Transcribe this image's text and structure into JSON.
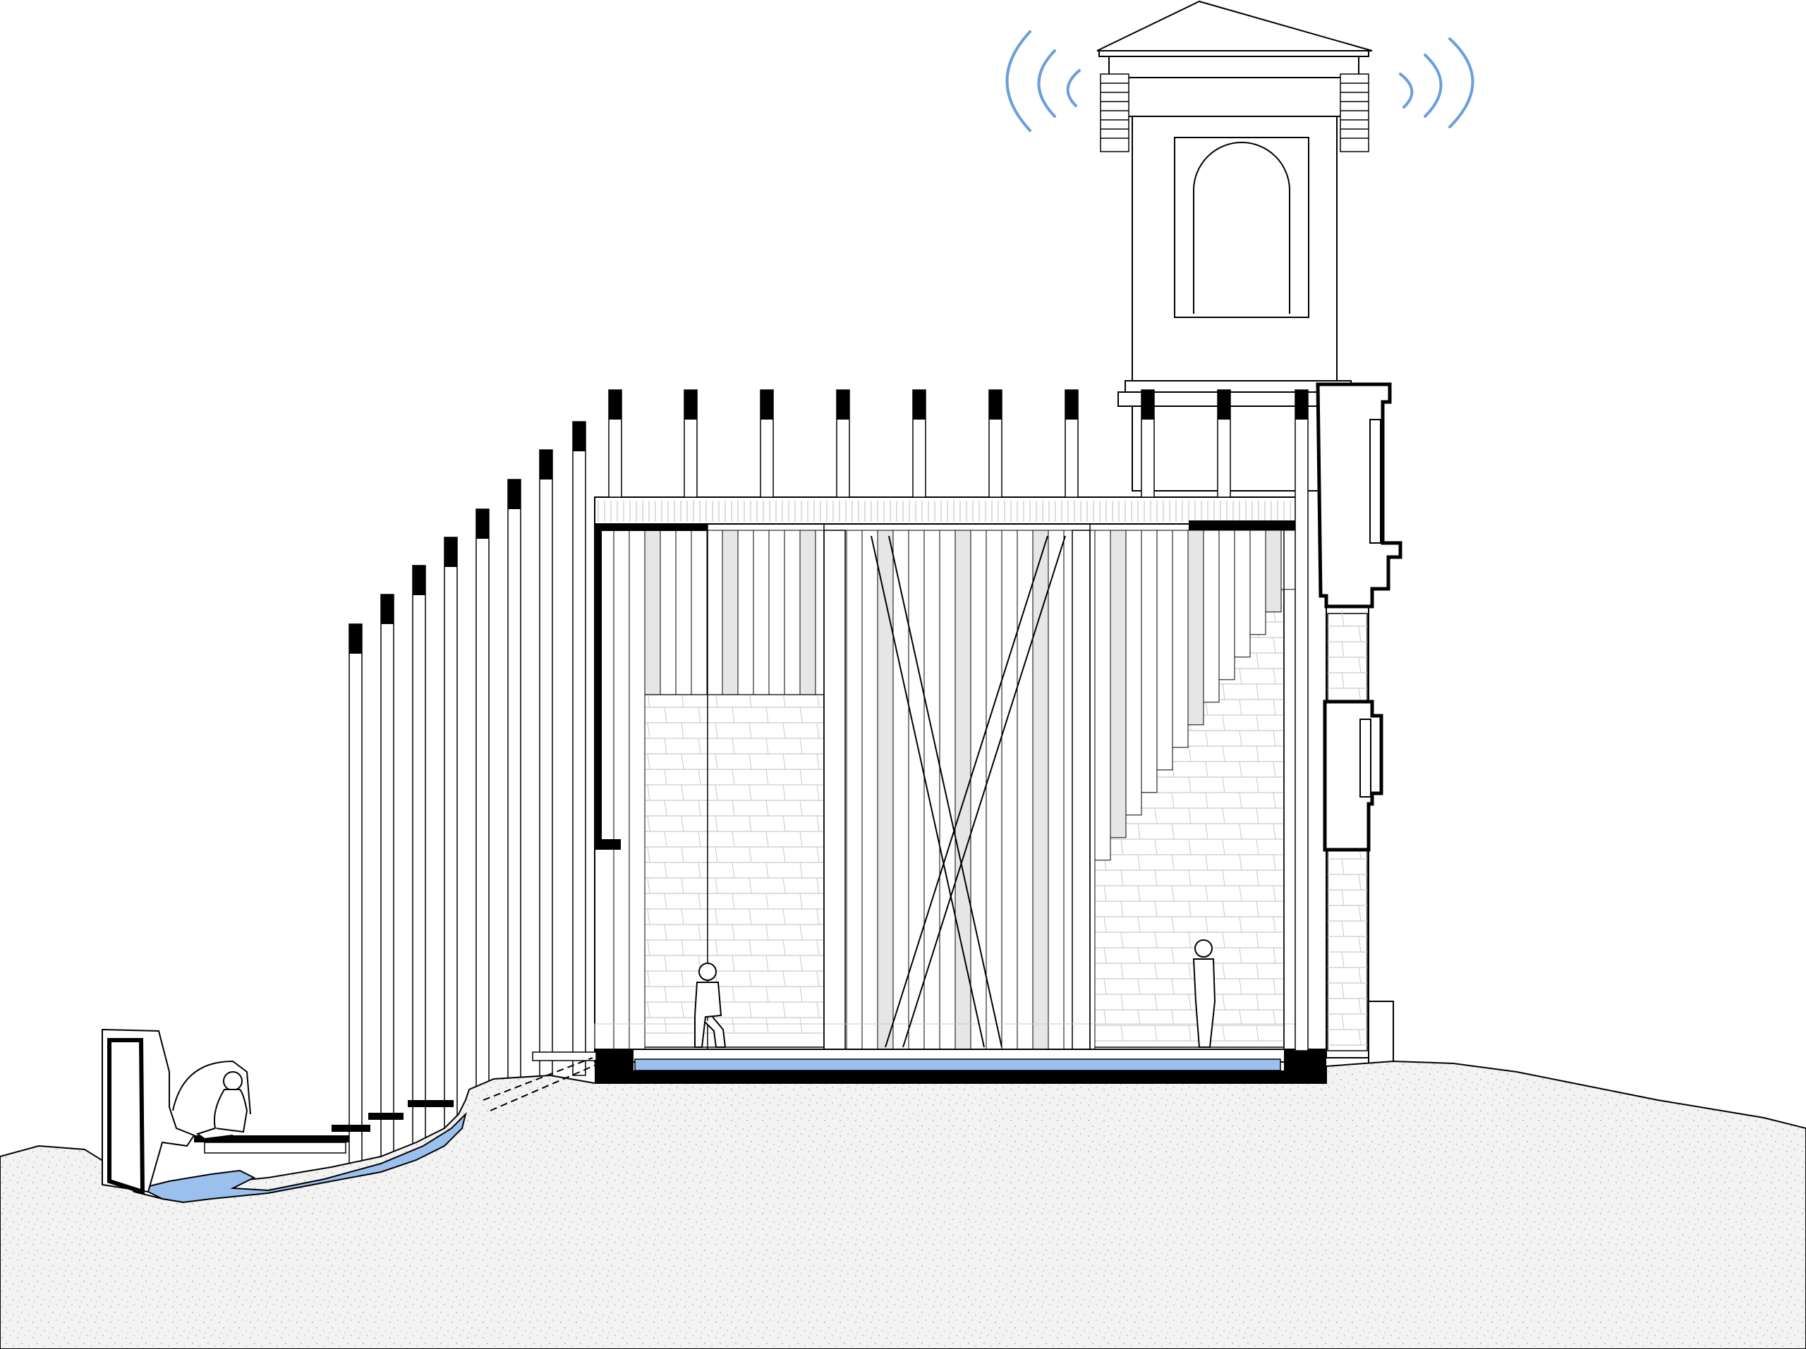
{
  "drawing": {
    "kind": "architectural section",
    "colors": {
      "ground_fill": "#f3f3f3",
      "ground_dots": "#b8b8b8",
      "water": "#9cc0ee",
      "sound_waves": "#6a9fdb",
      "ink": "#000000",
      "stone_lines": "#c9c9c9",
      "slat_shade": "#e6e6e6"
    },
    "elements": {
      "ground": "terrain-section",
      "building": "chapel-section",
      "tower": "bell-tower-with-speakers",
      "pavilion": "timber-pavilion",
      "waterway": "water-channel",
      "figures": [
        "seated-person-left",
        "seated-person-interior",
        "standing-person-interior"
      ]
    },
    "icons": {
      "left_speaker": "speaker-array-icon",
      "right_speaker": "speaker-array-icon",
      "left_waves": "sound-waves-icon",
      "right_waves": "sound-waves-icon"
    }
  }
}
